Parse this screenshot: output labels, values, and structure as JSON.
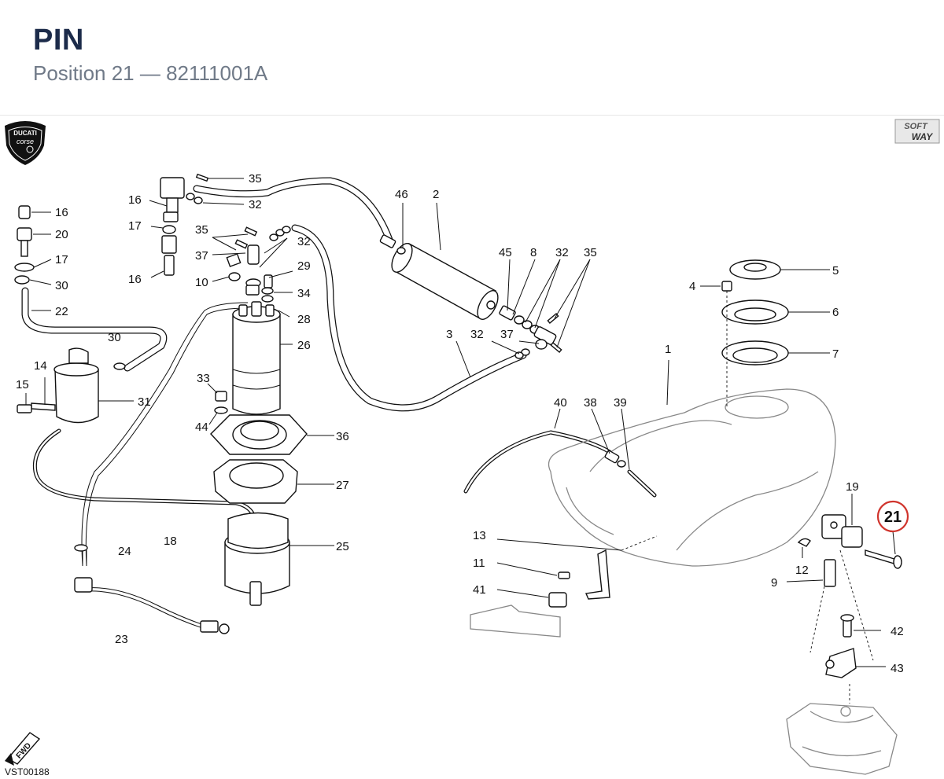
{
  "header": {
    "title": "PIN",
    "subtitle": "Position 21 — 82111001A"
  },
  "logos": {
    "left_brand": "DUCATI",
    "left_brand_sub": "corse",
    "right_brand_top": "SOFT",
    "right_brand_bottom": "WAY"
  },
  "footer": {
    "drawing_code": "VST00188",
    "direction_badge": "FWD"
  },
  "highlight": {
    "label": "21",
    "color": "#d0342c"
  },
  "callouts": {
    "c1": "1",
    "c2": "2",
    "c3": "3",
    "c4": "4",
    "c5": "5",
    "c6": "6",
    "c7": "7",
    "c8": "8",
    "c9": "9",
    "c10": "10",
    "c11": "11",
    "c12": "12",
    "c13": "13",
    "c14": "14",
    "c15": "15",
    "c16a": "16",
    "c16b": "16",
    "c16c": "16",
    "c17a": "17",
    "c17b": "17",
    "c18": "18",
    "c19": "19",
    "c20": "20",
    "c22": "22",
    "c23": "23",
    "c24": "24",
    "c25": "25",
    "c26": "26",
    "c27": "27",
    "c28": "28",
    "c29": "29",
    "c30a": "30",
    "c30b": "30",
    "c31": "31",
    "c32a": "32",
    "c32b": "32",
    "c32c": "32",
    "c32d": "32",
    "c33": "33",
    "c34": "34",
    "c35a": "35",
    "c35b": "35",
    "c35c": "35",
    "c36": "36",
    "c37a": "37",
    "c37b": "37",
    "c38": "38",
    "c39": "39",
    "c40": "40",
    "c41": "41",
    "c42": "42",
    "c43": "43",
    "c44": "44",
    "c45": "45",
    "c46": "46"
  }
}
